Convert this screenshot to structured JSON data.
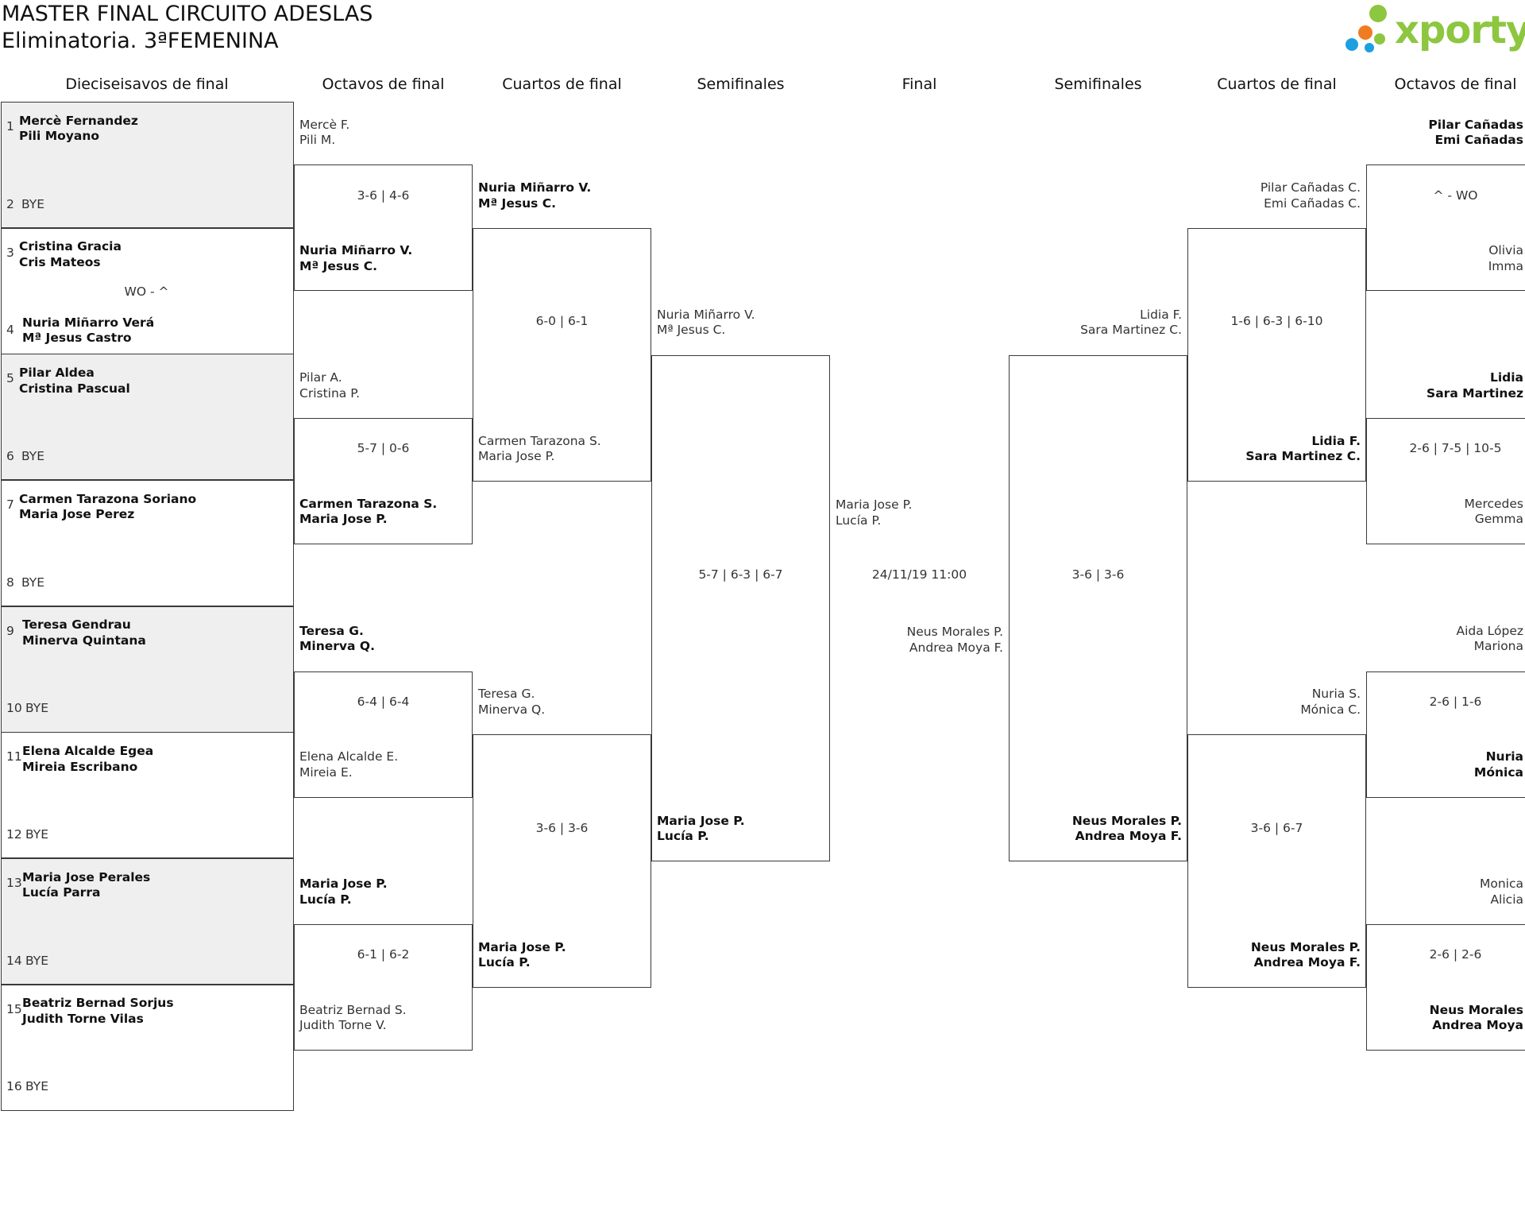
{
  "header": {
    "title": "MASTER FINAL CIRCUITO ADESLAS",
    "subtitle": "Eliminatoria. 3ªFEMENINA",
    "logo_text": "xporty",
    "logo_color": "#8dc63f"
  },
  "rounds": [
    "Dieciseisavos de final",
    "Octavos de final",
    "Cuartos de final",
    "Semifinales",
    "Final",
    "Semifinales",
    "Cuartos de final",
    "Octavos de final"
  ],
  "r32": [
    {
      "n1": "1",
      "p1a": "Mercè Fernandez",
      "p1b": "Pili Moyano",
      "n2": "2",
      "p2": "BYE",
      "score": ""
    },
    {
      "n1": "3",
      "p1a": "Cristina Gracia",
      "p1b": "Cris Mateos",
      "n2": "4",
      "p2a": "Nuria Miñarro Verá",
      "p2b": "Mª Jesus Castro",
      "score": "WO - ^"
    },
    {
      "n1": "5",
      "p1a": "Pilar Aldea",
      "p1b": "Cristina Pascual",
      "n2": "6",
      "p2": "BYE",
      "score": ""
    },
    {
      "n1": "7",
      "p1a": "Carmen Tarazona Soriano",
      "p1b": "Maria Jose Perez",
      "n2": "8",
      "p2": "BYE",
      "score": ""
    },
    {
      "n1": "9",
      "p1a": "Teresa Gendrau",
      "p1b": "Minerva Quintana",
      "n2": "10",
      "p2": "BYE",
      "score": ""
    },
    {
      "n1": "11",
      "p1a": "Elena Alcalde Egea",
      "p1b": "Mireia Escribano",
      "n2": "12",
      "p2": "BYE",
      "score": ""
    },
    {
      "n1": "13",
      "p1a": "Maria Jose Perales",
      "p1b": "Lucía Parra",
      "n2": "14",
      "p2": "BYE",
      "score": ""
    },
    {
      "n1": "15",
      "p1a": "Beatriz Bernad Sorjus",
      "p1b": "Judith Torne Vilas",
      "n2": "16",
      "p2": "BYE",
      "score": ""
    }
  ],
  "r16_left": [
    {
      "top_a": "Mercè F.",
      "top_b": "Pili M.",
      "score": "3-6 | 4-6",
      "bot_a": "Nuria Miñarro V.",
      "bot_b": "Mª Jesus C."
    },
    {
      "top_a": "Pilar A.",
      "top_b": "Cristina P.",
      "score": "5-7 | 0-6",
      "bot_a": "Carmen Tarazona S.",
      "bot_b": "Maria Jose P."
    },
    {
      "top_a": "Teresa G.",
      "top_b": "Minerva Q.",
      "score": "6-4 | 6-4",
      "bot_a": "Elena Alcalde E.",
      "bot_b": "Mireia E."
    },
    {
      "top_a": "Maria Jose P.",
      "top_b": "Lucía P.",
      "score": "6-1 | 6-2",
      "bot_a": "Beatriz Bernad S.",
      "bot_b": "Judith Torne V."
    }
  ],
  "qf_left": [
    {
      "top_a": "Nuria Miñarro V.",
      "top_b": "Mª Jesus C.",
      "score": "6-0 | 6-1",
      "bot_a": "Carmen Tarazona S.",
      "bot_b": "Maria Jose P."
    },
    {
      "top_a": "Teresa G.",
      "top_b": "Minerva Q.",
      "score": "3-6 | 3-6",
      "bot_a": "Maria Jose P.",
      "bot_b": "Lucía P."
    }
  ],
  "sf_left": {
    "top_a": "Nuria Miñarro V.",
    "top_b": "Mª Jesus C.",
    "score": "5-7 | 6-3 | 6-7",
    "bot_a": "Maria Jose P.",
    "bot_b": "Lucía P."
  },
  "final": {
    "top_a": "Maria Jose P.",
    "top_b": "Lucía P.",
    "datetime": "24/11/19 11:00",
    "bot_a": "Neus Morales P.",
    "bot_b": "Andrea Moya F."
  },
  "sf_right": {
    "top_a": "Lidia F.",
    "top_b": "Sara Martinez C.",
    "score": "3-6 | 3-6",
    "bot_a": "Neus Morales P.",
    "bot_b": "Andrea Moya F."
  },
  "qf_right": [
    {
      "top_a": "Pilar Cañadas C.",
      "top_b": "Emi Cañadas C.",
      "score": "1-6 | 6-3 | 6-10",
      "bot_a": "Lidia F.",
      "bot_b": "Sara Martinez C."
    },
    {
      "top_a": "Nuria S.",
      "top_b": "Mónica C.",
      "score": "3-6 | 6-7",
      "bot_a": "Neus Morales P.",
      "bot_b": "Andrea Moya F."
    }
  ],
  "r16_right": [
    {
      "top_a": "Pilar Cañadas",
      "top_b": "Emi Cañadas",
      "score": "^ - WO",
      "bot_a": "Olivia",
      "bot_b": "Imma"
    },
    {
      "top_a": "Lidia",
      "top_b": "Sara Martinez",
      "score": "2-6 | 7-5 | 10-5",
      "bot_a": "Mercedes",
      "bot_b": "Gemma"
    },
    {
      "top_a": "Aida López",
      "top_b": "Mariona",
      "score": "2-6 | 1-6",
      "bot_a": "Nuria",
      "bot_b": "Mónica"
    },
    {
      "top_a": "Monica",
      "top_b": "Alicia",
      "score": "2-6 | 2-6",
      "bot_a": "Neus Morales",
      "bot_b": "Andrea Moya"
    }
  ]
}
